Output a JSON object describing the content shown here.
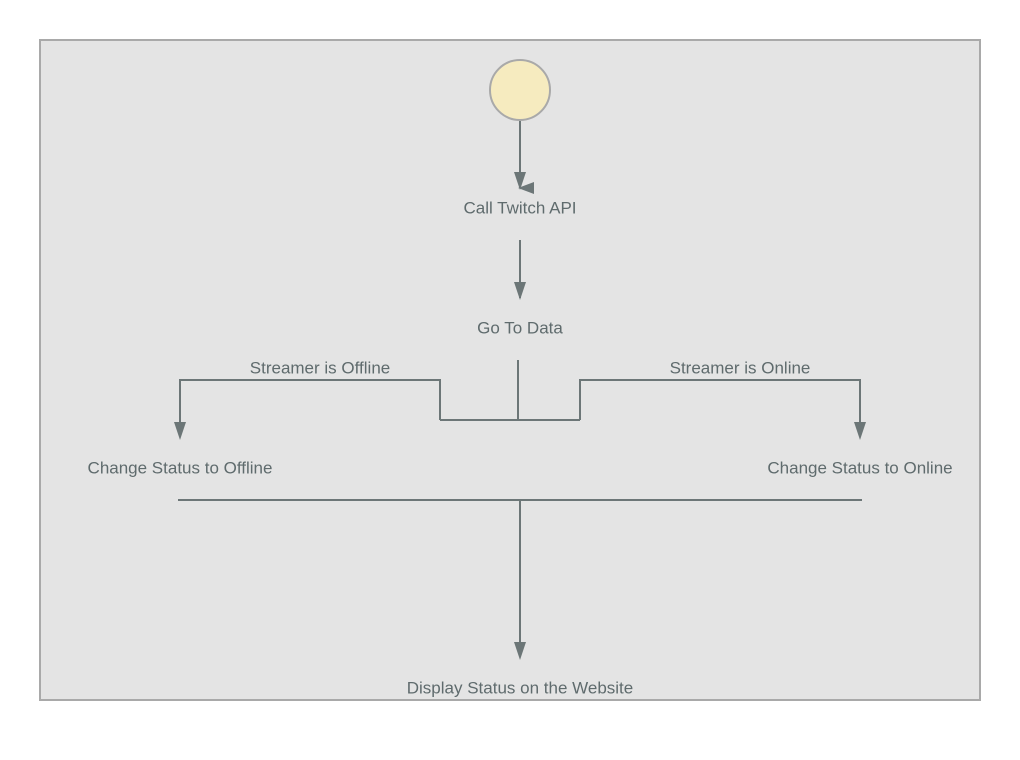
{
  "diagram": {
    "colors": {
      "background": "#e4e4e4",
      "frame": "#a9a9a9",
      "line": "#6c7677",
      "start_fill": "#f6ebbf",
      "start_stroke": "#a9a9a9",
      "text": "#5f6b6d"
    },
    "nodes": {
      "start": "",
      "call_api": "Call Twitch API",
      "go_to_data": "Go To Data",
      "offline": "Change Status to Offline",
      "online": "Change Status to Online",
      "display": "Display Status on the Website"
    },
    "edges": {
      "offline_label": "Streamer is Offline",
      "online_label": "Streamer is Online"
    }
  }
}
